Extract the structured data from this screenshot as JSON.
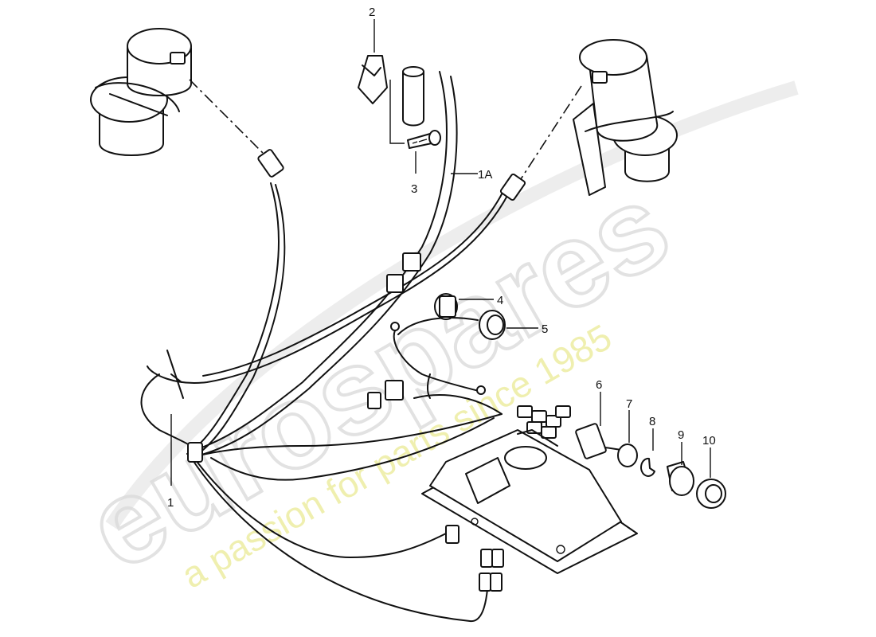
{
  "watermark": {
    "logo_text": "eurospares",
    "tagline": "a passion for parts since 1985"
  },
  "callouts": [
    {
      "id": "1",
      "label": "1"
    },
    {
      "id": "1a",
      "label": "1A"
    },
    {
      "id": "2",
      "label": "2"
    },
    {
      "id": "3",
      "label": "3"
    },
    {
      "id": "4",
      "label": "4"
    },
    {
      "id": "5",
      "label": "5"
    },
    {
      "id": "6",
      "label": "6"
    },
    {
      "id": "7",
      "label": "7"
    },
    {
      "id": "8",
      "label": "8"
    },
    {
      "id": "9",
      "label": "9"
    },
    {
      "id": "10",
      "label": "10"
    }
  ]
}
